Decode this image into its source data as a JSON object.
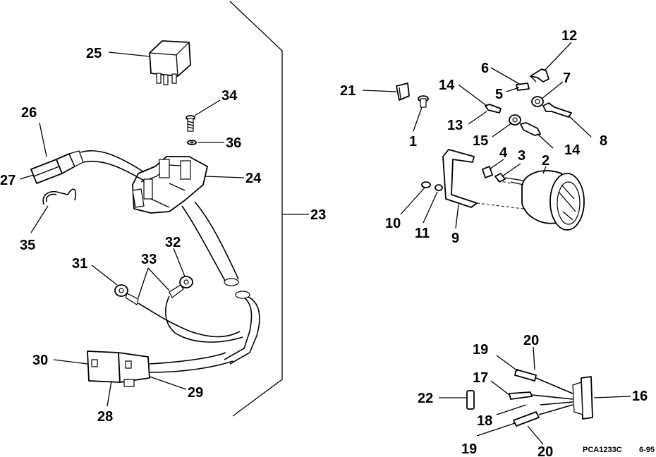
{
  "labels": {
    "l1": "1",
    "l2": "2",
    "l3": "3",
    "l4": "4",
    "l5": "5",
    "l6": "6",
    "l7": "7",
    "l8": "8",
    "l9": "9",
    "l10": "10",
    "l11": "11",
    "l12": "12",
    "l13": "13",
    "l14a": "14",
    "l14b": "14",
    "l15": "15",
    "l16": "16",
    "l17": "17",
    "l18": "18",
    "l19a": "19",
    "l19b": "19",
    "l20a": "20",
    "l20b": "20",
    "l21": "21",
    "l22": "22",
    "l23": "23",
    "l24": "24",
    "l25": "25",
    "l26": "26",
    "l27": "27",
    "l28": "28",
    "l29": "29",
    "l30": "30",
    "l31": "31",
    "l32": "32",
    "l33": "33",
    "l34": "34",
    "l35": "35",
    "l36": "36"
  },
  "reference": {
    "code": "PCA1233C",
    "date": "6-95"
  }
}
